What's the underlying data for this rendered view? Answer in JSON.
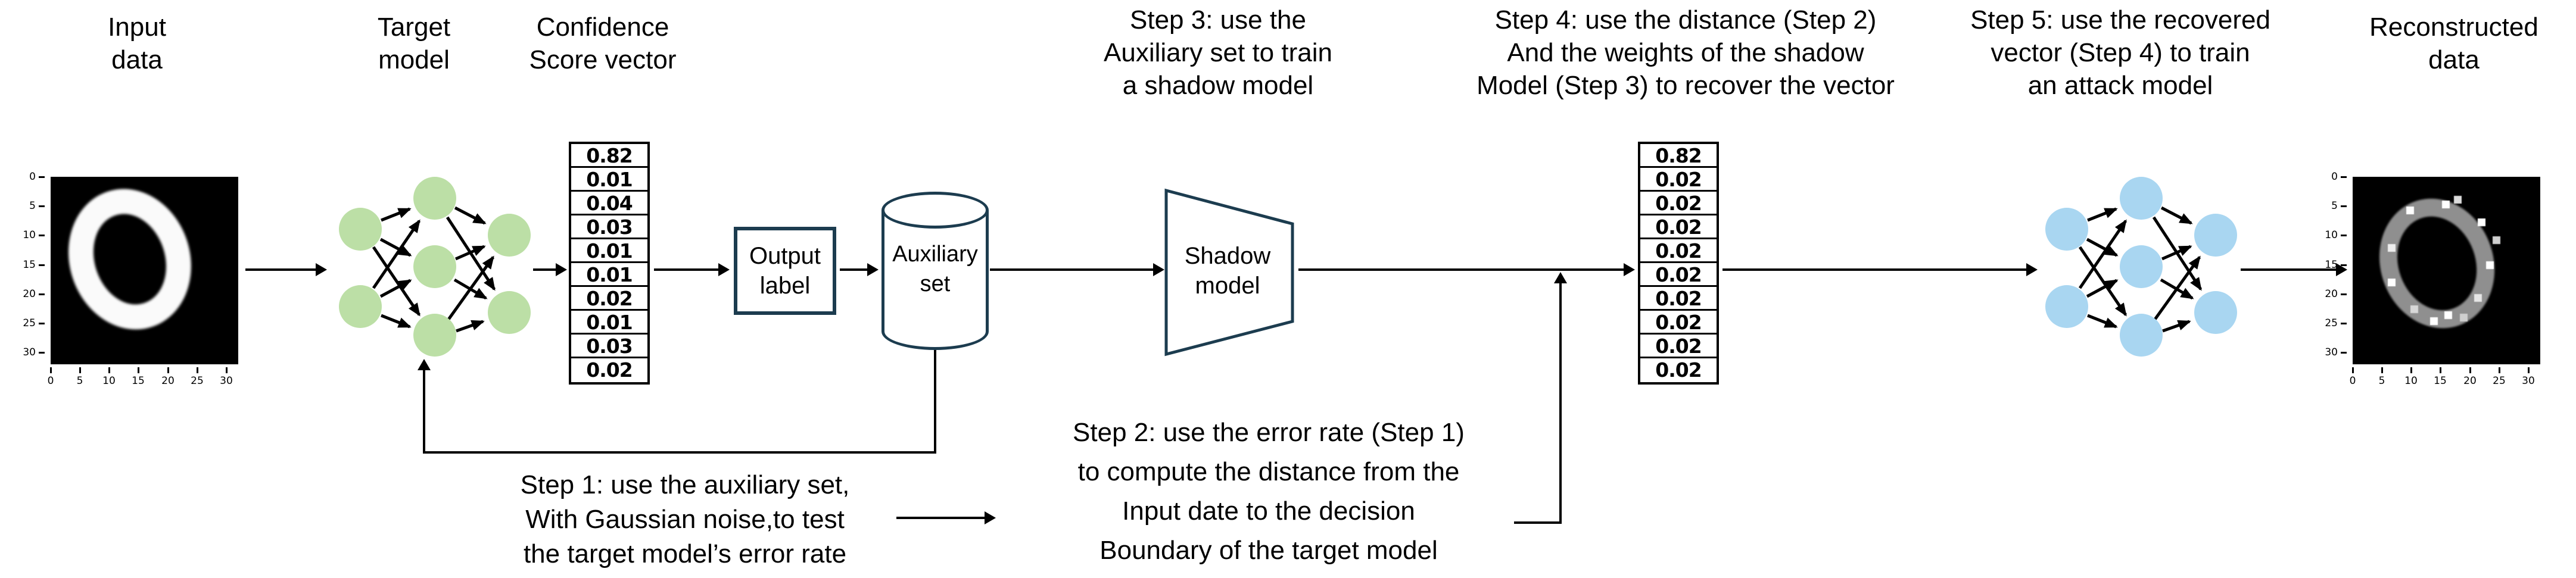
{
  "titles": {
    "input": {
      "lines": [
        "Input",
        "data"
      ]
    },
    "target": {
      "lines": [
        "Target",
        "model"
      ]
    },
    "confidence": {
      "lines": [
        "Confidence",
        "Score vector"
      ]
    },
    "step3": {
      "lines": [
        "Step 3: use the",
        "Auxiliary set to train",
        "a shadow model"
      ]
    },
    "step4": {
      "lines": [
        "Step 4: use the distance (Step 2)",
        "And the weights of the shadow",
        "Model (Step 3) to recover the vector"
      ]
    },
    "step5": {
      "lines": [
        "Step 5: use the recovered",
        "vector (Step 4) to train",
        "an attack model"
      ]
    },
    "reconstructed": {
      "lines": [
        "Reconstructed",
        "data"
      ]
    }
  },
  "nodes": {
    "output_label": {
      "lines": [
        "Output",
        "label"
      ]
    },
    "auxiliary_set": {
      "lines": [
        "Auxiliary",
        "set"
      ]
    },
    "shadow_model": {
      "lines": [
        "Shadow",
        "model"
      ]
    }
  },
  "annotations": {
    "step1": {
      "lines": [
        "Step 1: use the auxiliary set,",
        "With Gaussian noise,to test",
        "the target model’s error rate"
      ]
    },
    "step2": {
      "lines": [
        "Step 2: use the error rate (Step 1)",
        "to compute the distance from the",
        "Input date to the decision",
        "Boundary of the target model"
      ]
    }
  },
  "vectors": {
    "confidence": {
      "values": [
        "0.82",
        "0.01",
        "0.04",
        "0.03",
        "0.01",
        "0.01",
        "0.02",
        "0.01",
        "0.03",
        "0.02"
      ]
    },
    "recovered": {
      "values": [
        "0.82",
        "0.02",
        "0.02",
        "0.02",
        "0.02",
        "0.02",
        "0.02",
        "0.02",
        "0.02",
        "0.02"
      ]
    }
  },
  "axes": {
    "x_ticks": [
      "0",
      "5",
      "10",
      "15",
      "20",
      "25",
      "30"
    ],
    "y_ticks": [
      "0",
      "5",
      "10",
      "15",
      "20",
      "25",
      "30"
    ]
  },
  "colors": {
    "target_node": "#bcdfa6",
    "attack_node": "#a9d6f1",
    "outline": "#1c3c4f",
    "line": "#000000"
  }
}
